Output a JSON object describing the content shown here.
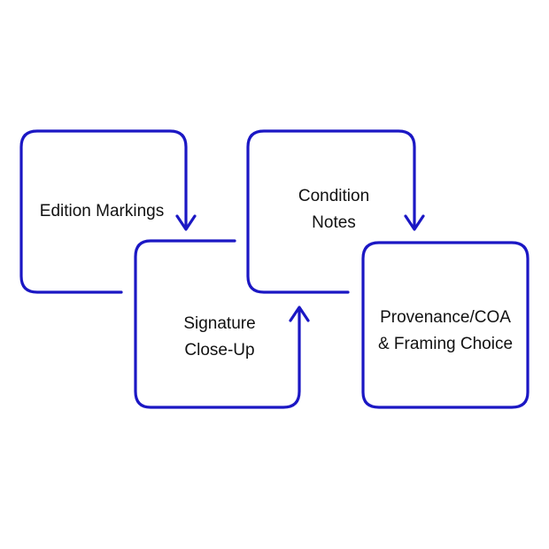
{
  "colors": {
    "stroke": "#1b17c4",
    "text": "#111111",
    "background": "#ffffff"
  },
  "steps": [
    {
      "id": "edition",
      "lines": [
        "Edition Markings"
      ]
    },
    {
      "id": "condition",
      "lines": [
        "Condition",
        "Notes"
      ]
    },
    {
      "id": "signature",
      "lines": [
        "Signature",
        "Close-Up"
      ]
    },
    {
      "id": "provenance",
      "lines": [
        "Provenance/COA",
        "& Framing Choice"
      ]
    }
  ]
}
